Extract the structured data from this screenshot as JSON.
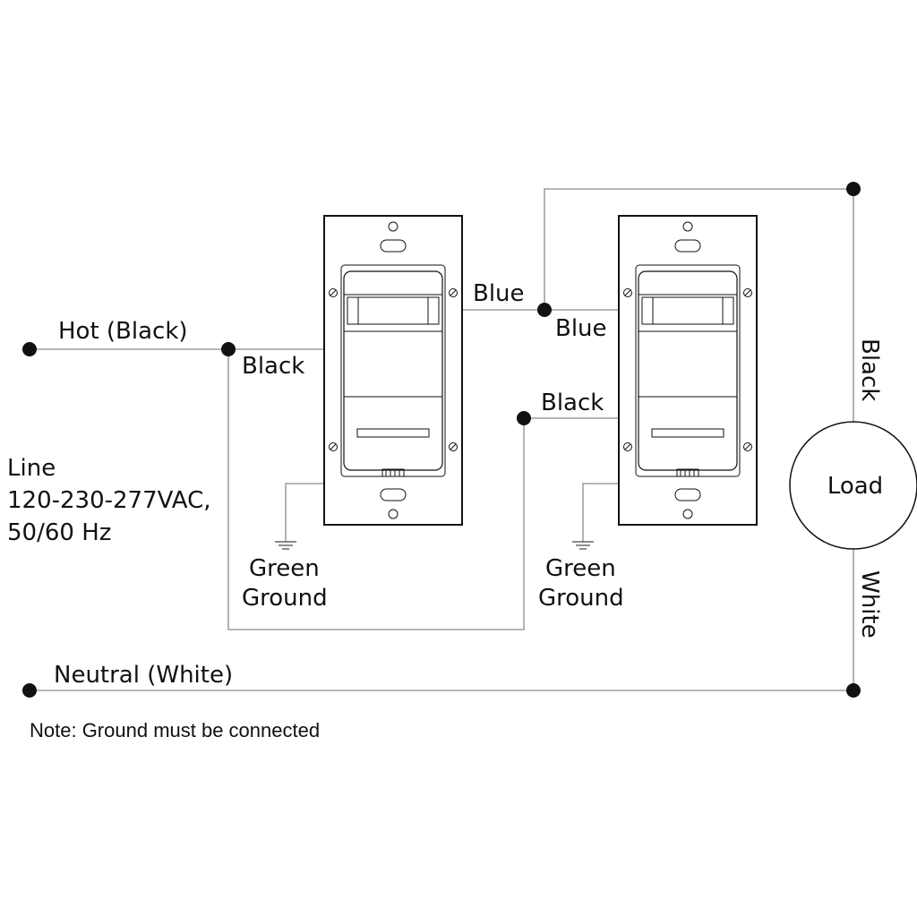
{
  "labels": {
    "hot": "Hot (Black)",
    "black_left": "Black",
    "line_1": "Line",
    "line_2": "120-230-277VAC,",
    "line_3": "50/60 Hz",
    "blue_top": "Blue",
    "blue_bottom": "Blue",
    "black_mid": "Black",
    "green_left": "Green",
    "ground_left": "Ground",
    "green_right": "Green",
    "ground_right": "Ground",
    "black_right": "Black",
    "load": "Load",
    "white_right": "White",
    "neutral": "Neutral (White)",
    "note": "Note: Ground must be connected"
  },
  "colors": {
    "ink": "#111111",
    "wire": "#8a8a8a"
  },
  "icons": [
    "ground-symbol-icon",
    "mounting-screw-icon",
    "motion-sensor-lens-icon"
  ]
}
